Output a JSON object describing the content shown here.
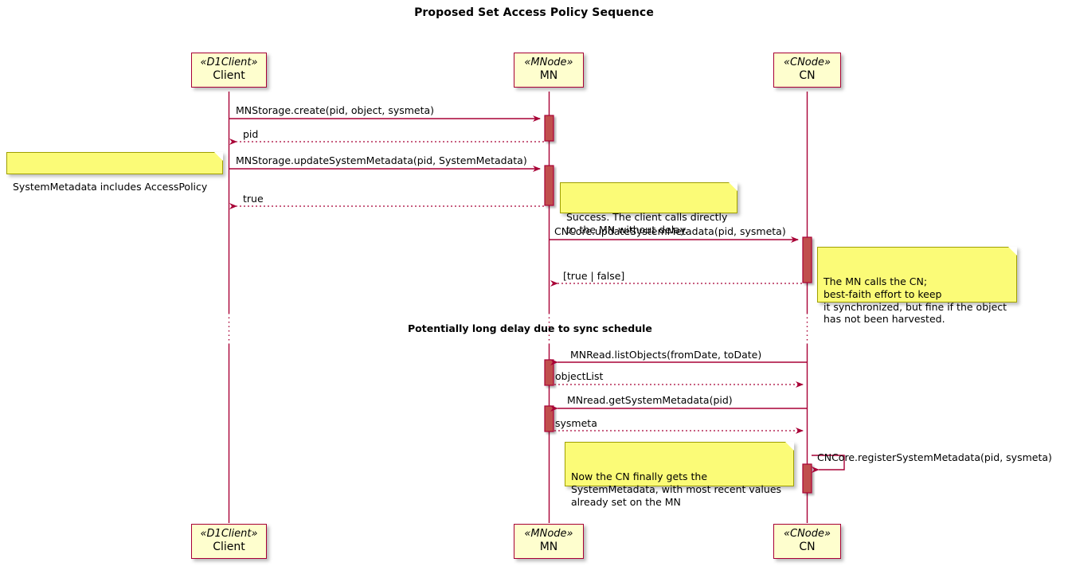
{
  "title": "Proposed Set Access Policy Sequence",
  "colors": {
    "line": "#A80036",
    "participant_fill": "#FEFECE",
    "note_fill": "#FBFB77",
    "note_border": "#A0A000",
    "text": "#000000"
  },
  "participants": [
    {
      "stereotype": "«D1Client»",
      "name": "Client",
      "id": "client"
    },
    {
      "stereotype": "«MNode»",
      "name": "MN",
      "id": "mn"
    },
    {
      "stereotype": "«CNode»",
      "name": "CN",
      "id": "cn"
    }
  ],
  "messages": [
    {
      "id": "m1",
      "label": "MNStorage.create(pid, object, sysmeta)",
      "from": "client",
      "to": "mn",
      "style": "solid",
      "direction": "right"
    },
    {
      "id": "m2",
      "label": "pid",
      "from": "mn",
      "to": "client",
      "style": "dashed",
      "direction": "left"
    },
    {
      "id": "m3",
      "label": "MNStorage.updateSystemMetadata(pid, SystemMetadata)",
      "from": "client",
      "to": "mn",
      "style": "solid",
      "direction": "right"
    },
    {
      "id": "m4",
      "label": "true",
      "from": "mn",
      "to": "client",
      "style": "dashed",
      "direction": "left"
    },
    {
      "id": "m5",
      "label": "CNCore.updateSystemMetadata(pid, sysmeta)",
      "from": "mn",
      "to": "cn",
      "style": "solid",
      "direction": "right"
    },
    {
      "id": "m6",
      "label": "[true | false]",
      "from": "cn",
      "to": "mn",
      "style": "dashed",
      "direction": "left"
    },
    {
      "id": "m7",
      "label": "MNRead.listObjects(fromDate, toDate)",
      "from": "cn",
      "to": "mn",
      "style": "solid",
      "direction": "left"
    },
    {
      "id": "m8",
      "label": "objectList",
      "from": "mn",
      "to": "cn",
      "style": "dashed",
      "direction": "right"
    },
    {
      "id": "m9",
      "label": "MNread.getSystemMetadata(pid)",
      "from": "cn",
      "to": "mn",
      "style": "solid",
      "direction": "left"
    },
    {
      "id": "m10",
      "label": "sysmeta",
      "from": "mn",
      "to": "cn",
      "style": "dashed",
      "direction": "right"
    },
    {
      "id": "m11",
      "label": "CNCore.registerSystemMetadata(pid, sysmeta)",
      "from": "cn",
      "to": "cn",
      "style": "solid",
      "direction": "self"
    }
  ],
  "divider": {
    "label": "Potentially long delay due to sync schedule"
  },
  "notes": [
    {
      "id": "n1",
      "text": "SystemMetadata includes AccessPolicy"
    },
    {
      "id": "n2",
      "text": "Success. The client calls directly\nto the MN without delay."
    },
    {
      "id": "n3",
      "text": "The MN calls the CN;\nbest-faith effort to keep\nit synchronized, but fine if the object\nhas not been harvested."
    },
    {
      "id": "n4",
      "text": "Now the CN finally gets the\nSystemMetadata, with most recent values\nalready set on the MN"
    }
  ]
}
